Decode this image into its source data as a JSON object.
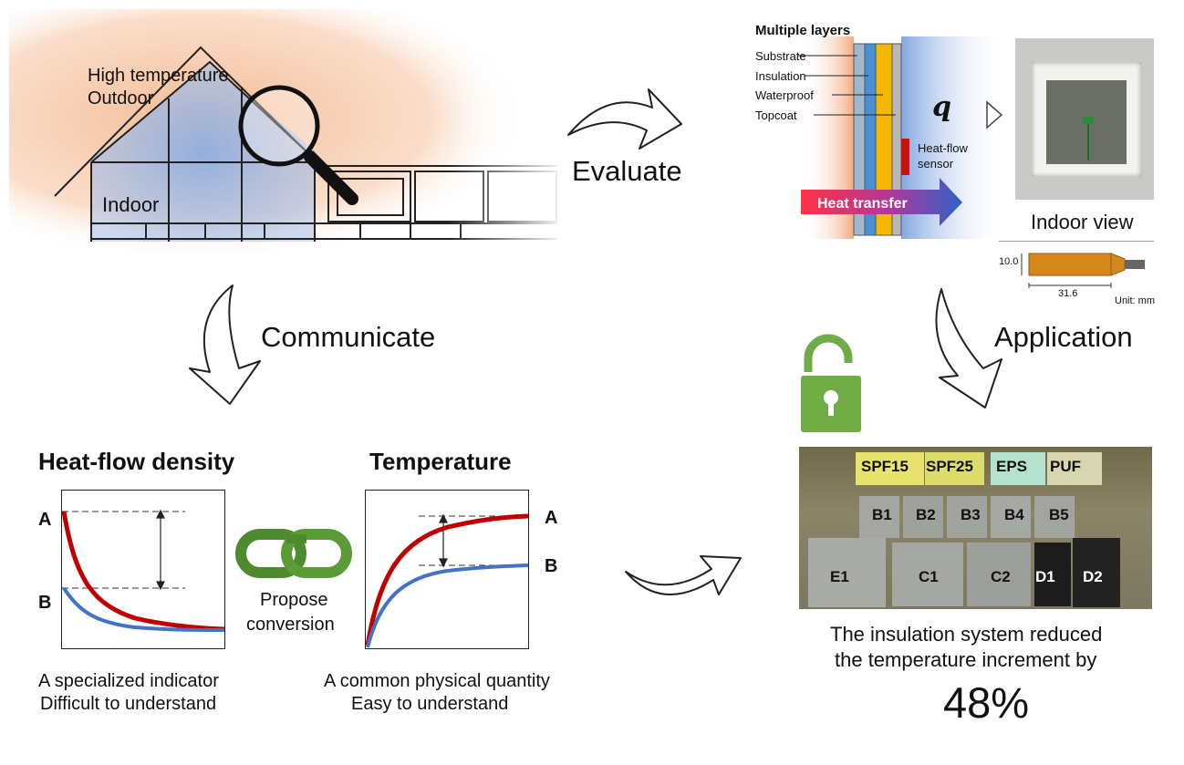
{
  "house": {
    "outdoor_line1": "High temperature",
    "outdoor_line2": "Outdoor",
    "indoor": "Indoor"
  },
  "steps": {
    "evaluate": "Evaluate",
    "communicate": "Communicate",
    "application": "Application"
  },
  "layers": {
    "title": "Multiple layers",
    "items": [
      "Substrate",
      "Insulation",
      "Waterproof",
      "Topcoat"
    ],
    "q_symbol": "q",
    "sensor_line1": "Heat-flow",
    "sensor_line2": "sensor",
    "heat_transfer": "Heat transfer",
    "colors": {
      "substrate": "#9fb8cf",
      "insulation": "#4a90d9",
      "waterproof": "#f5b800",
      "topcoat": "#b8b8b8",
      "sensor": "#cc1111"
    }
  },
  "photo": {
    "caption": "Indoor view",
    "dim_height": "10.0",
    "dim_width": "31.6",
    "unit": "Unit: mm"
  },
  "charts": {
    "heat_flow": {
      "title": "Heat-flow density",
      "label_a": "A",
      "label_b": "B",
      "caption_line1": "A specialized indicator",
      "caption_line2": "Difficult to understand"
    },
    "temperature": {
      "title": "Temperature",
      "label_a": "A",
      "label_b": "B",
      "caption_line1": "A common physical quantity",
      "caption_line2": "Easy to understand"
    },
    "colors": {
      "a": "#c00000",
      "b": "#4472c4"
    }
  },
  "conversion": {
    "line1": "Propose",
    "line2": "conversion",
    "chain_color": "#4e8a2e"
  },
  "samples": {
    "row1": [
      "SPF15",
      "SPF25",
      "EPS",
      "PUF"
    ],
    "row2": [
      "B1",
      "B2",
      "B3",
      "B4",
      "B5"
    ],
    "row3": [
      "E1",
      "C1",
      "C2",
      "D1",
      "D2"
    ]
  },
  "lock_color": "#70ad47",
  "result": {
    "line1": "The insulation system reduced",
    "line2": "the temperature increment by",
    "value": "48%"
  }
}
